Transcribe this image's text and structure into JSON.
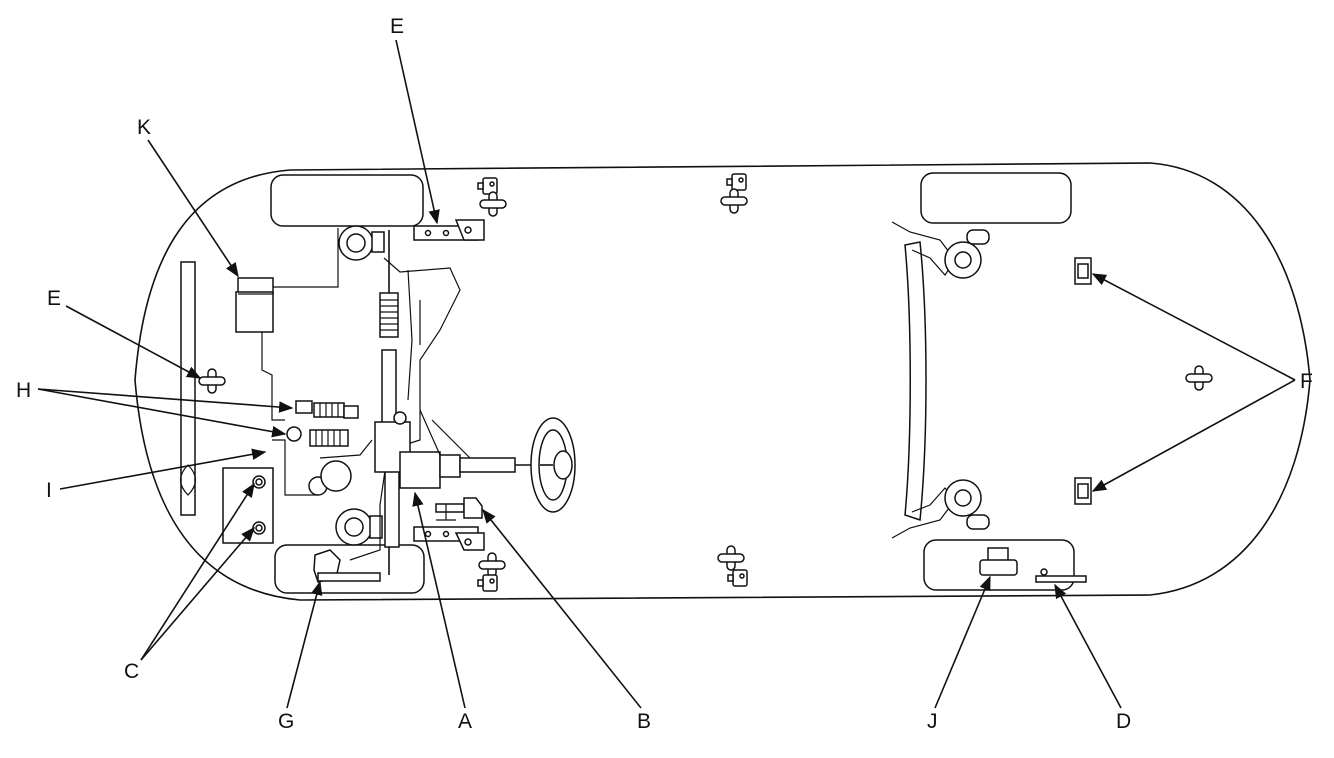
{
  "callouts": {
    "A": "A",
    "B": "B",
    "C": "C",
    "D": "D",
    "E_top": "E",
    "E_left": "E",
    "F": "F",
    "G": "G",
    "H": "H",
    "I": "I",
    "J": "J",
    "K": "K"
  },
  "icons": {
    "steering_wheel": "steering-wheel-icon",
    "wheel": "wheel-icon",
    "bracket": "mount-bracket-icon"
  },
  "colors": {
    "line": "#111111",
    "background": "#ffffff"
  }
}
